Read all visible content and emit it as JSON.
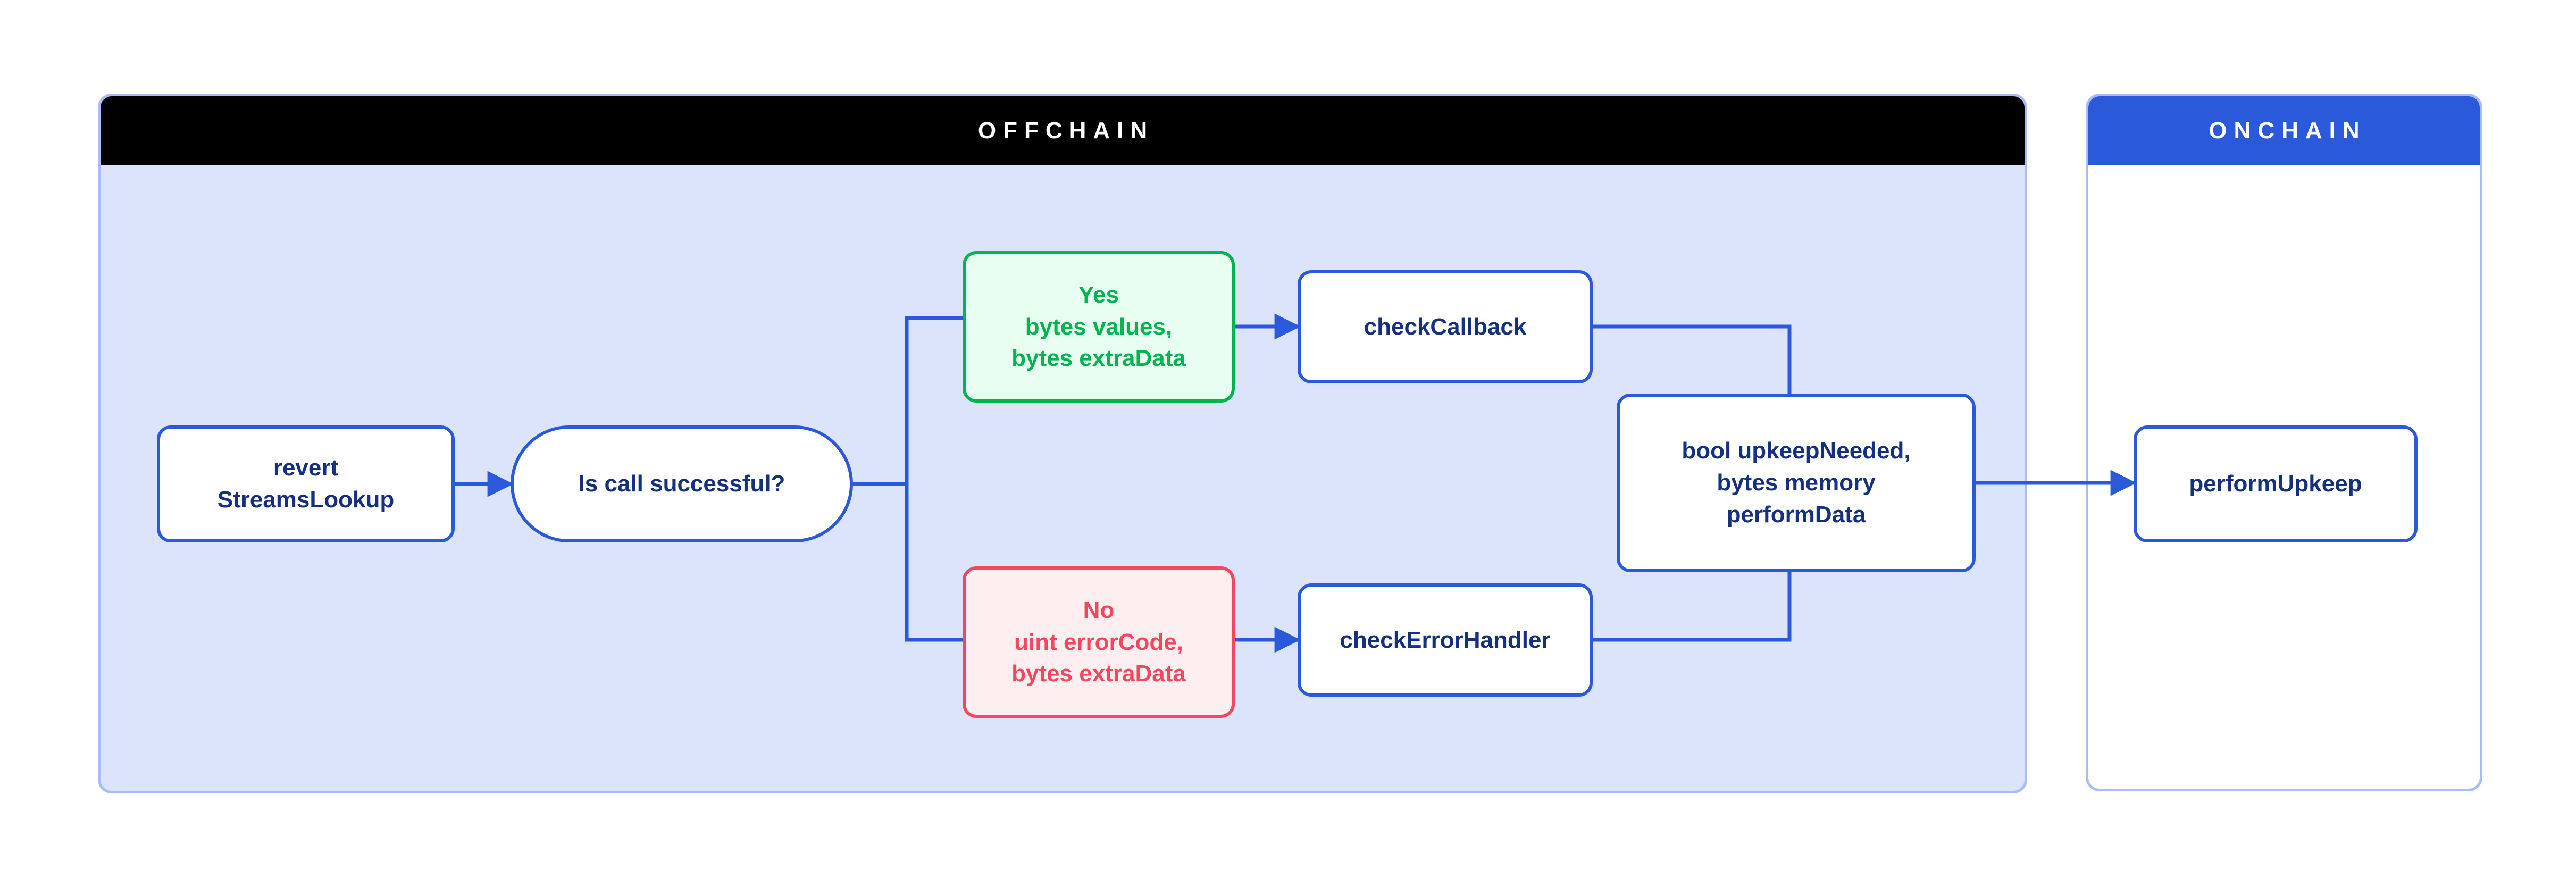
{
  "diagram": {
    "panels": [
      {
        "id": "offchain",
        "title": "OFFCHAIN",
        "header_bg": "#000000",
        "header_text": "#ffffff",
        "body_bg": "#dbe4fa",
        "border": "#a9bdf4"
      },
      {
        "id": "onchain",
        "title": "ONCHAIN",
        "header_bg": "#2a5ada",
        "header_text": "#ffffff",
        "body_bg": "#ffffff",
        "border": "#a9bdf4"
      }
    ],
    "nodes": [
      {
        "id": "revert",
        "label": "revert\nStreamsLookup",
        "shape": "rounded-rect",
        "panel": "offchain",
        "fill": "#ffffff",
        "stroke": "#2a5ada",
        "text_color": "#14307f"
      },
      {
        "id": "is-successful",
        "label": "Is call successful?",
        "shape": "pill",
        "panel": "offchain",
        "fill": "#ffffff",
        "stroke": "#2a5ada",
        "text_color": "#14307f"
      },
      {
        "id": "yes-branch",
        "label": "Yes\nbytes values,\nbytes extraData",
        "shape": "rounded-rect",
        "panel": "offchain",
        "fill": "#e7fdf0",
        "stroke": "#00b451",
        "text_color": "#00b451"
      },
      {
        "id": "no-branch",
        "label": "No\nuint errorCode,\nbytes extraData",
        "shape": "rounded-rect",
        "panel": "offchain",
        "fill": "#fdeeef",
        "stroke": "#f2475f",
        "text_color": "#f2475f"
      },
      {
        "id": "check-callback",
        "label": "checkCallback",
        "shape": "rounded-rect",
        "panel": "offchain",
        "fill": "#ffffff",
        "stroke": "#2a5ada",
        "text_color": "#14307f"
      },
      {
        "id": "check-error",
        "label": "checkErrorHandler",
        "shape": "rounded-rect",
        "panel": "offchain",
        "fill": "#ffffff",
        "stroke": "#2a5ada",
        "text_color": "#14307f"
      },
      {
        "id": "upkeep-result",
        "label": "bool upkeepNeeded,\nbytes memory\nperformData",
        "shape": "rounded-rect",
        "panel": "offchain",
        "fill": "#ffffff",
        "stroke": "#2a5ada",
        "text_color": "#14307f"
      },
      {
        "id": "perform-upkeep",
        "label": "performUpkeep",
        "shape": "rounded-rect",
        "panel": "onchain",
        "fill": "#ffffff",
        "stroke": "#2a5ada",
        "text_color": "#14307f"
      }
    ],
    "edges": [
      {
        "from": "revert",
        "to": "is-successful",
        "arrow": true,
        "label": ""
      },
      {
        "from": "is-successful",
        "to": "yes-branch",
        "arrow": false,
        "label": ""
      },
      {
        "from": "is-successful",
        "to": "no-branch",
        "arrow": false,
        "label": ""
      },
      {
        "from": "yes-branch",
        "to": "check-callback",
        "arrow": true,
        "label": ""
      },
      {
        "from": "no-branch",
        "to": "check-error",
        "arrow": true,
        "label": ""
      },
      {
        "from": "check-callback",
        "to": "upkeep-result",
        "arrow": false,
        "label": ""
      },
      {
        "from": "check-error",
        "to": "upkeep-result",
        "arrow": false,
        "label": ""
      },
      {
        "from": "upkeep-result",
        "to": "perform-upkeep",
        "arrow": true,
        "label": ""
      }
    ],
    "colors": {
      "connector": "#2a5ada",
      "panel_border": "#a9bdf4",
      "offchain_bg": "#dbe4fa",
      "success": "#00b451",
      "error": "#f2475f",
      "node_text": "#14307f"
    }
  }
}
